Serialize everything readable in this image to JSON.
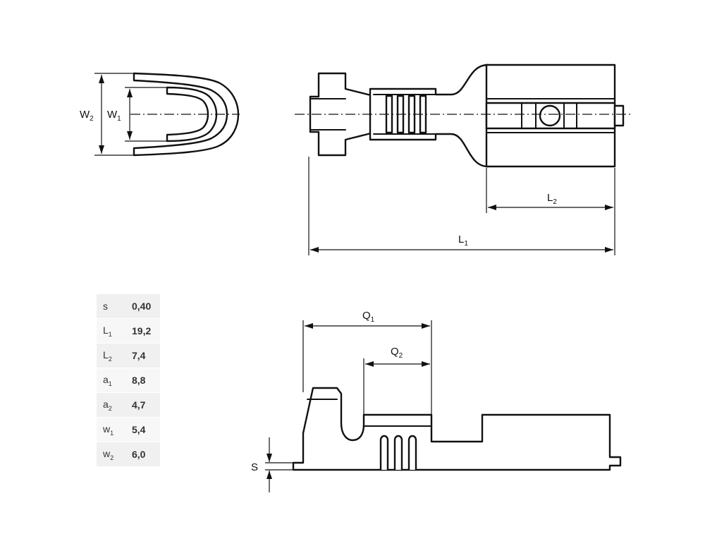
{
  "dimensions": {
    "w2": {
      "base": "W",
      "sub": "2"
    },
    "w1": {
      "base": "W",
      "sub": "1"
    },
    "l1": {
      "base": "L",
      "sub": "1"
    },
    "l2": {
      "base": "L",
      "sub": "2"
    },
    "q1": {
      "base": "Q",
      "sub": "1"
    },
    "q2": {
      "base": "Q",
      "sub": "2"
    },
    "s": {
      "base": "S"
    }
  },
  "spec_table": [
    {
      "base": "s",
      "sub": "",
      "value": "0,40"
    },
    {
      "base": "L",
      "sub": "1",
      "value": "19,2"
    },
    {
      "base": "L",
      "sub": "2",
      "value": "7,4"
    },
    {
      "base": "a",
      "sub": "1",
      "value": "8,8"
    },
    {
      "base": "a",
      "sub": "2",
      "value": "4,7"
    },
    {
      "base": "w",
      "sub": "1",
      "value": "5,4"
    },
    {
      "base": "w",
      "sub": "2",
      "value": "6,0"
    }
  ]
}
